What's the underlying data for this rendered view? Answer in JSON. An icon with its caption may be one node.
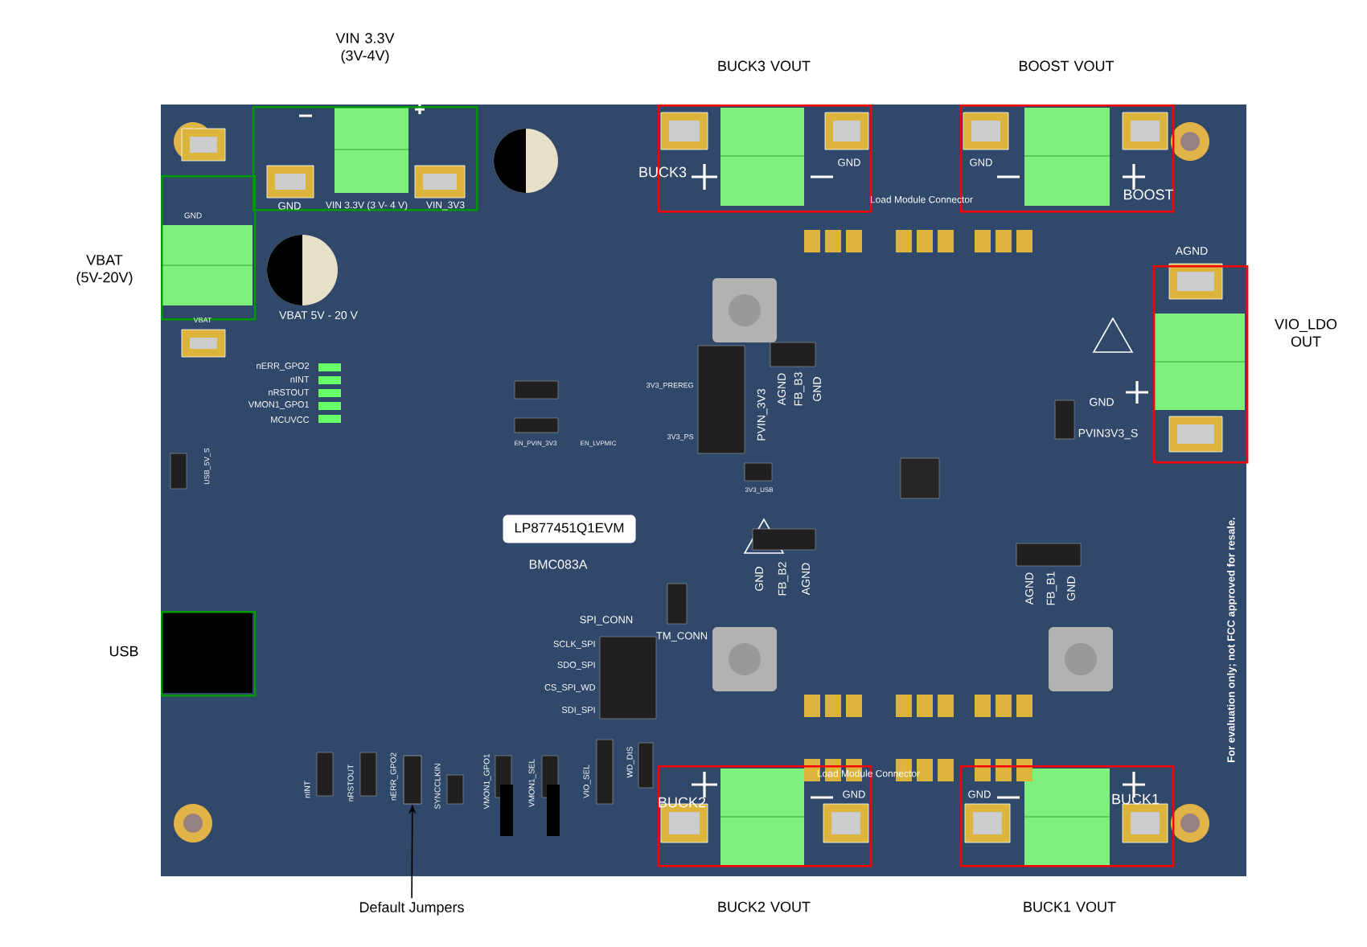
{
  "diagram": {
    "nodes": [
      {
        "text": [],
        "shape": "box",
        "beside": [
          "VIN 3.3V (3V-4V)"
        ]
      },
      {
        "text": [],
        "shape": "box",
        "beside": [
          "BUCK3 VOUT"
        ]
      },
      {
        "text": [],
        "shape": "box",
        "beside": [
          "BOOST VOUT"
        ]
      },
      {
        "text": [],
        "shape": "box",
        "beside": [
          "VBAT (5V-20V)"
        ]
      },
      {
        "text": [],
        "shape": "box",
        "beside": [
          "VIO_LDO OUT"
        ]
      },
      {
        "text": [],
        "shape": "box",
        "beside": [
          "USB"
        ]
      },
      {
        "text": [
          "LP877451Q1EVM"
        ]
      },
      {
        "text": [],
        "shape": "box",
        "beside": [
          "BUCK2 VOUT"
        ]
      },
      {
        "text": [],
        "shape": "box",
        "beside": [
          "BUCK1 VOUT"
        ]
      },
      {
        "text": [],
        "shape": "box"
      },
      {
        "text": [
          "Default Jumpers"
        ]
      }
    ],
    "edges": [
      {
        "from": 10,
        "to": 9,
        "arrow": "to"
      }
    ],
    "labels": [
      "GND",
      "VIN 3.3V (3 V- 4 V)",
      "VIN_3V3",
      "BUCK3",
      "GND",
      "GND",
      "BOOST",
      "Load Module Connector",
      "GND",
      "VBAT",
      "VBAT 5V - 20 V",
      "nERR_GPO2",
      "nINT",
      "nRSTOUT",
      "VMON1_GPO1",
      "MCUVCC",
      "AGND",
      "GND",
      "PVIN3V3_S",
      "BMC083A",
      "SPI_CONN",
      "SCLK_SPI",
      "SDO_SPI",
      "CS_SPI_WD",
      "SDI_SPI",
      "TM_CONN",
      "3V3_PREREG",
      "3V3_PS",
      "PVIN_3V3",
      "AGND",
      "FB_B3",
      "GND",
      "EN_PVIN_3V3",
      "EN_LVPMIC",
      "3V3_USB",
      "USB_5V_S",
      "GND",
      "FB_B2",
      "AGND",
      "AGND",
      "FB_B1",
      "GND",
      "Load Module Connector",
      "BUCK2",
      "GND",
      "GND",
      "BUCK1",
      "nINT",
      "nRSTOUT",
      "nERR_GPO2",
      "SYNCCLKIN",
      "VMON1_GPO1",
      "VMON1_SEL",
      "VIO_SEL",
      "WD_DIS",
      "For evaluation only; not FCC approved for resale."
    ]
  }
}
